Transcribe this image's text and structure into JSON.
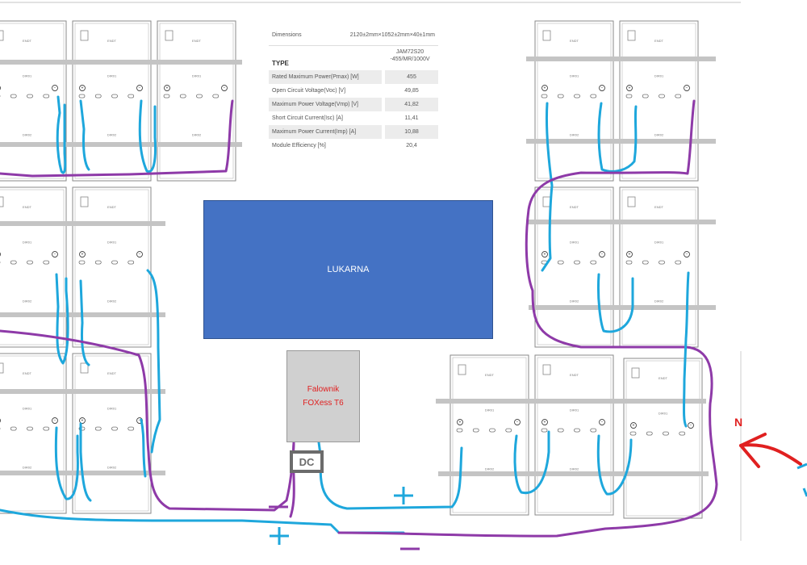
{
  "spec_table": {
    "dimensions_label": "Dimensions",
    "dimensions_value": "2120±2mm×1052±2mm×40±1mm",
    "type_label": "TYPE",
    "model": "JAM72S20 -455/MR/1000V",
    "rows": [
      {
        "label": "Rated Maximum Power(Pmax) [W]",
        "value": "455"
      },
      {
        "label": "Open Circuit Voltage(Voc) [V]",
        "value": "49,85"
      },
      {
        "label": "Maximum Power Voltage(Vmp) [V]",
        "value": "41,82"
      },
      {
        "label": "Short Circuit Current(Isc) [A]",
        "value": "11,41"
      },
      {
        "label": "Maximum Power Current(Imp) [A]",
        "value": "10,88"
      },
      {
        "label": "Module Efficiency [%]",
        "value": "20,4"
      }
    ]
  },
  "roof_window": {
    "label": "LUKARNA"
  },
  "inverter": {
    "line1": "Falownik",
    "line2": "FOXess T6"
  },
  "dc_box": {
    "label": "DC"
  },
  "compass": {
    "label": "N"
  },
  "colors": {
    "positive_cable": "#1ea7dc",
    "negative_cable": "#8e3aa8",
    "north_arrow": "#e02020",
    "rail": "#c4c4c4",
    "panel_outline": "#8a8a8a",
    "roof_window_fill": "#4472c4",
    "inverter_fill": "#d0d0d0"
  },
  "panel_labels": {
    "top": "ENDT",
    "mid": "DIR01",
    "bottom": "DIR02",
    "terminal_plus": "+",
    "terminal_minus": "−"
  }
}
